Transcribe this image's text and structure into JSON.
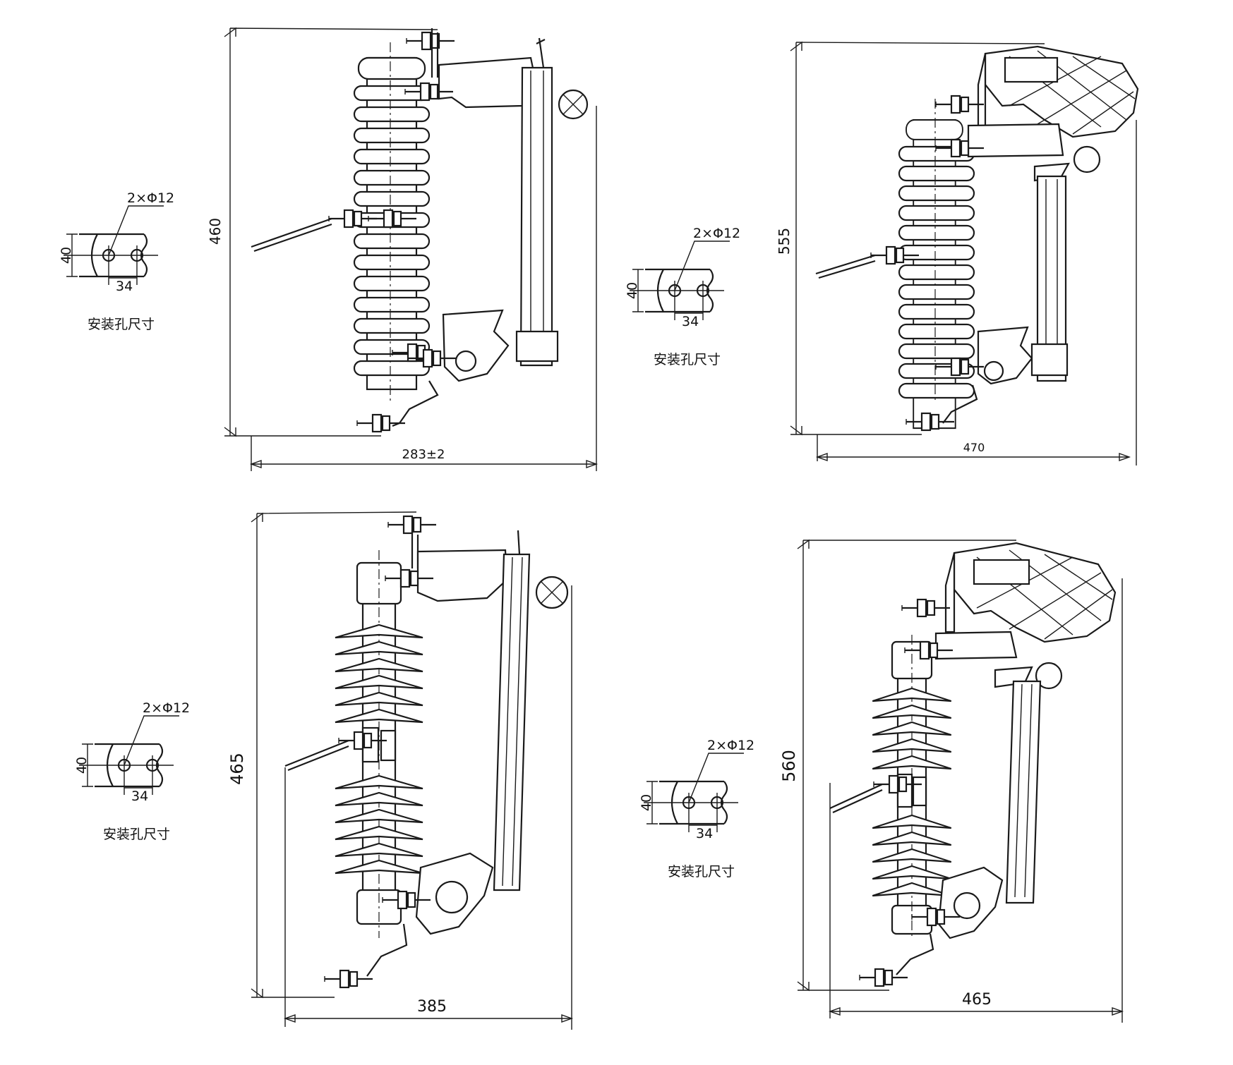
{
  "mounting_hole_dimension_label": "安装孔尺寸",
  "hole_spec": "2×Φ12",
  "hole_height": "40",
  "hole_spacing": "34",
  "drawings": [
    {
      "id": "top-left",
      "height": "460",
      "width": "283±2"
    },
    {
      "id": "top-right",
      "height": "555",
      "width": "470"
    },
    {
      "id": "bottom-left",
      "height": "465",
      "width": "385"
    },
    {
      "id": "bottom-right",
      "height": "560",
      "width": "465"
    }
  ]
}
